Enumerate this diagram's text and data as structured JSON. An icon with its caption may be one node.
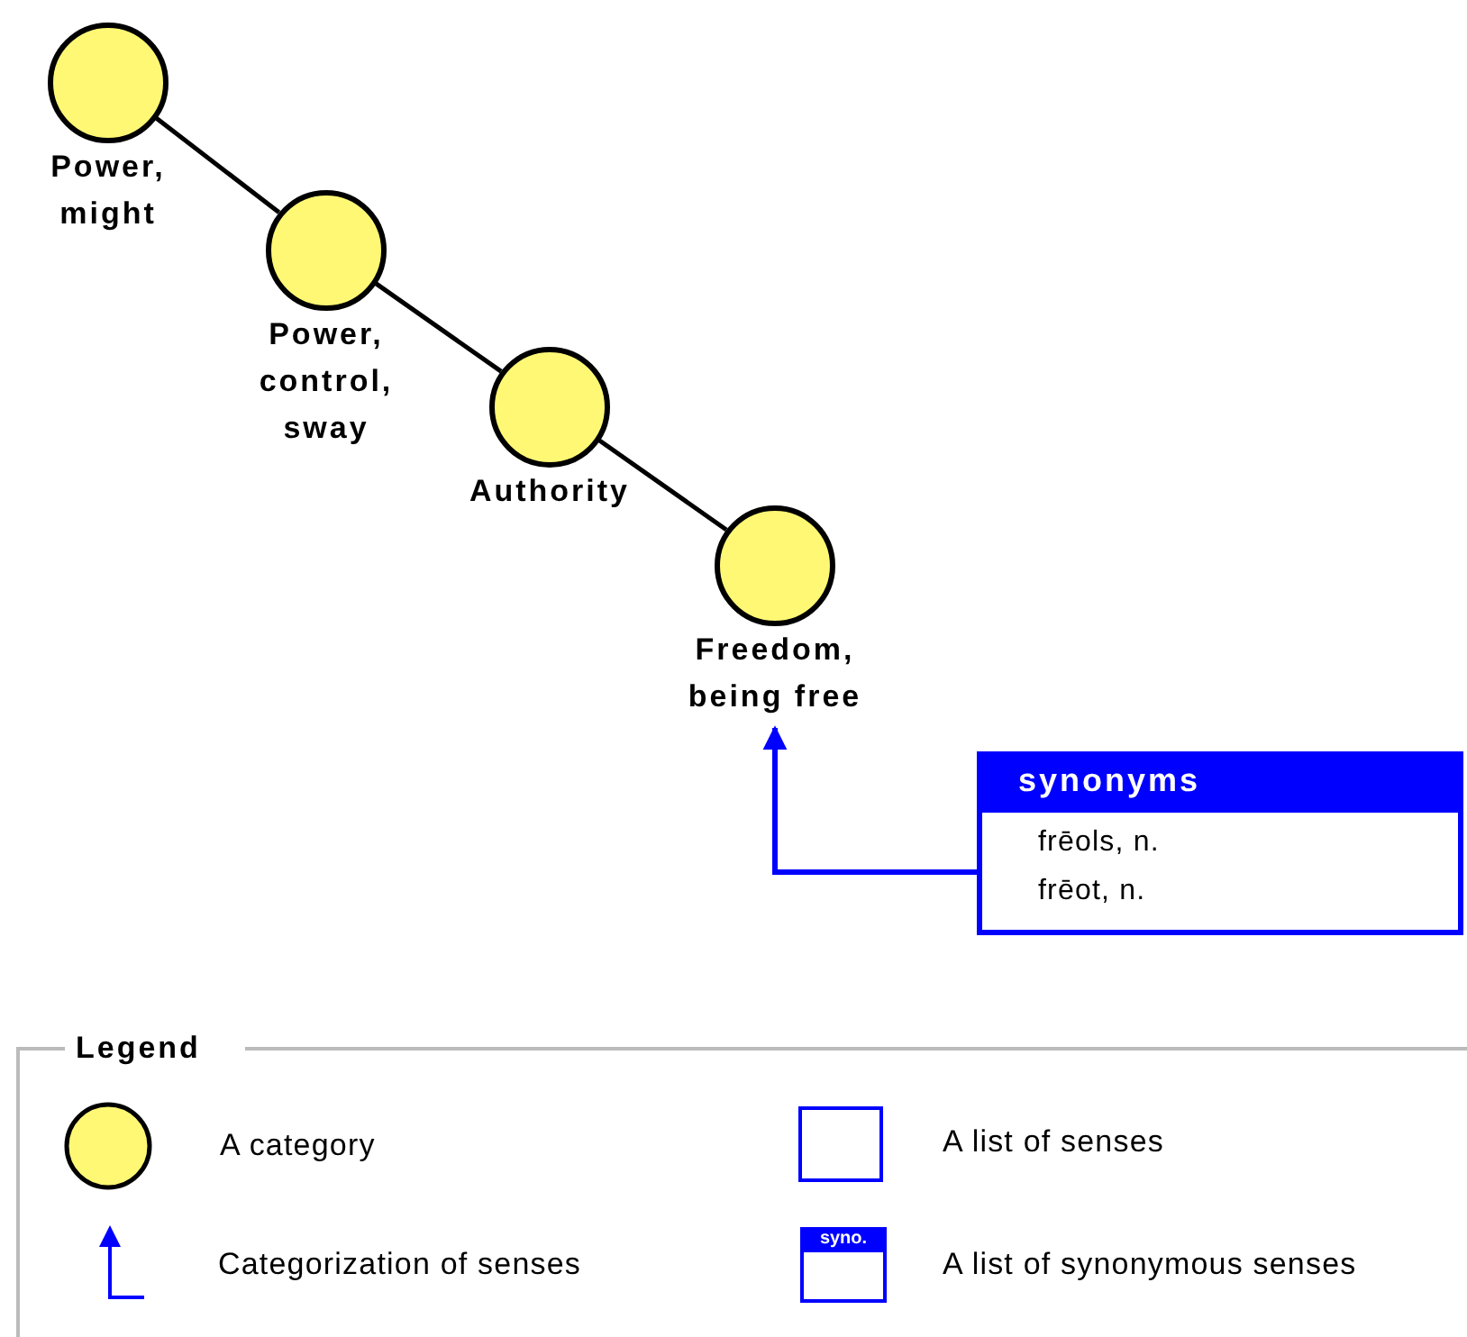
{
  "diagram": {
    "nodes": [
      {
        "text": [
          "Power, might"
        ]
      },
      {
        "text": [
          "Power, control, sway"
        ]
      },
      {
        "text": [
          "Authority"
        ]
      },
      {
        "text": [
          "Freedom, being free"
        ]
      },
      {
        "text": [
          "synonyms",
          "frēols, n.",
          "frēot, n."
        ]
      }
    ],
    "edges": [
      {
        "from": 0,
        "to": 1,
        "arrow": "none"
      },
      {
        "from": 1,
        "to": 2,
        "arrow": "none"
      },
      {
        "from": 2,
        "to": 3,
        "arrow": "none"
      },
      {
        "from": 4,
        "to": 3,
        "arrow": "to",
        "color": "#0000ff"
      }
    ],
    "labels": [
      "Legend",
      "syno."
    ],
    "legend": [
      {
        "text": "A category"
      },
      {
        "text": "A list of senses"
      },
      {
        "text": "Categorization of senses"
      },
      {
        "text": "A list of synonymous senses"
      }
    ]
  }
}
